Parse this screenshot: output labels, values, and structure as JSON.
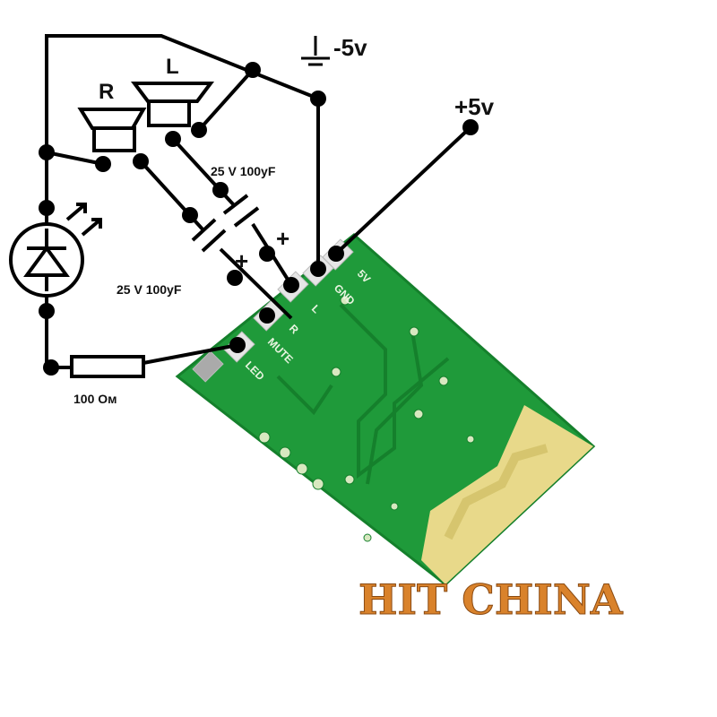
{
  "labels": {
    "ground_voltage": "-5v",
    "supply_voltage": "+5v",
    "speaker_right": "R",
    "speaker_left": "L",
    "capacitor_top": "25 V 100yF",
    "capacitor_bottom": "25 V 100yF",
    "cap_plus_top": "+",
    "cap_plus_bottom": "+",
    "resistor": "100 Ом"
  },
  "pcb_pins": [
    "5V",
    "GND",
    "L",
    "R",
    "MUTE",
    "LED"
  ],
  "watermark": "HIT CHINA",
  "colors": {
    "pcb": "#1f9a3a",
    "pcb_dark": "#15802c",
    "antenna": "#e8d98a",
    "wire": "#000000",
    "watermark": "#d9822b"
  }
}
